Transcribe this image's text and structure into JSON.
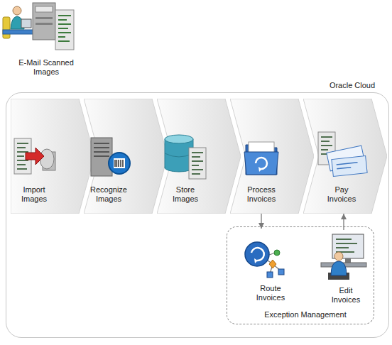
{
  "diagram": {
    "nodes": [
      {
        "text": [
          "E-Mail Scanned Images"
        ]
      },
      {
        "text": [
          "Oracle Cloud"
        ]
      },
      {
        "text": [
          "Import Images"
        ],
        "in": 1
      },
      {
        "text": [
          "Recognize Images"
        ],
        "in": 1
      },
      {
        "text": [
          "Store Images"
        ],
        "in": 1
      },
      {
        "text": [
          "Process Invoices"
        ],
        "in": 1
      },
      {
        "text": [
          "Pay Invoices"
        ],
        "in": 1
      },
      {
        "text": [
          "Exception Management"
        ],
        "in": 1
      },
      {
        "text": [
          "Route Invoices"
        ],
        "in": 7
      },
      {
        "text": [
          "Edit Invoices"
        ],
        "in": 7
      }
    ],
    "edges": [
      {
        "from": 5,
        "to": 8,
        "arrow": "to"
      },
      {
        "from": 9,
        "to": 6,
        "arrow": "to"
      }
    ]
  }
}
